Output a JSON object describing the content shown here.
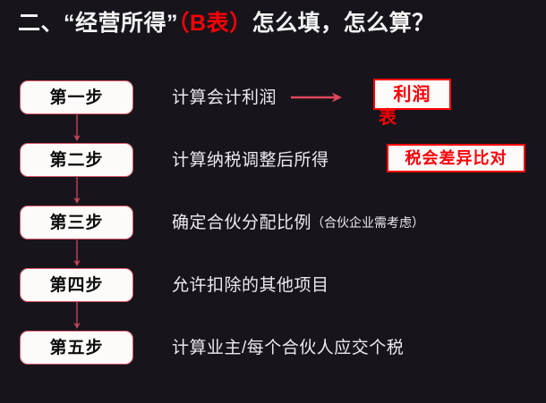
{
  "slide": {
    "background_color": "#17151b",
    "title_prefix": "二、“经营所得”",
    "title_accent": "（B表）",
    "title_suffix": "怎么填，怎么算？",
    "title_color": "#f2f2f4",
    "accent_color": "#fb0007"
  },
  "flow": {
    "node_border_color": "#d9566a",
    "node_fill_color": "#fdfbfa",
    "connector_color": "#c4455c",
    "steps": [
      {
        "step_label": "第一步",
        "description": "计算会计利润",
        "note": "",
        "has_arrow": true
      },
      {
        "step_label": "第二步",
        "description": "计算纳税调整后所得",
        "note": "",
        "has_arrow": false
      },
      {
        "step_label": "第三步",
        "description": "确定合伙分配比例",
        "note": "（合伙企业需考虑）",
        "has_arrow": false
      },
      {
        "step_label": "第四步",
        "description": "允许扣除的其他项目",
        "note": "",
        "has_arrow": false
      },
      {
        "step_label": "第五步",
        "description": "计算业主/每个合伙人应交个税",
        "note": "",
        "has_arrow": false
      }
    ]
  },
  "callouts": {
    "profit_statement_box": "利润",
    "profit_statement_overflow": "表",
    "tax_accounting_difference": "税会差异比对",
    "border_color": "#fb0007",
    "text_color": "#fb0007",
    "fill_color": "#fdfbfa"
  }
}
